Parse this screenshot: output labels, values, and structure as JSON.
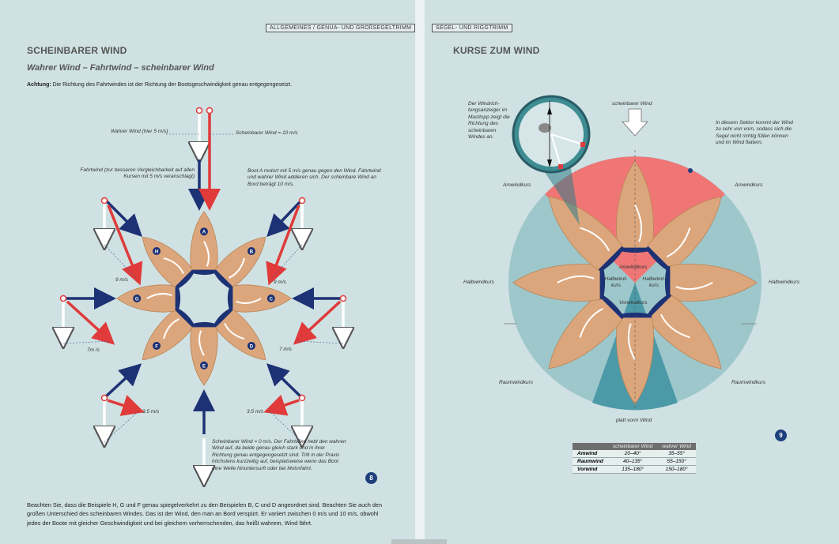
{
  "header": {
    "left": "ALLGEMEINES / GENUA- UND GROßSEGELTRIMM",
    "right": "SEGEL- UND RIGGTRIMM"
  },
  "left_page": {
    "title": "SCHEINBARER WIND",
    "subtitle": "Wahrer Wind – Fahrtwind – scheinbarer Wind",
    "achtung_label": "Achtung:",
    "achtung_text": " Die Richtung des Fahrtwindes ist der Richtung der Bootsgeschwindigkeit genau entgegengesetzt.",
    "labels": {
      "wahrer_wind": "Wahrer Wind (hier 5 m/s)",
      "scheinbarer_wind": "Scheinbarer Wind = 10 m/s",
      "fahrtwind": "Fahrtwind (zur besseren Vergleichbarkeit auf allen Kursen mit 5 m/s veranschlagt)",
      "boot_a": "Boot A motort mit 5 m/s genau gegen den Wind. Fahrtwind und wahrer Wind addieren sich. Der scheinbare Wind an Bord beträgt 10 m/s.",
      "v9_left": "9 m/s",
      "v9_right": "9 m/s",
      "v7_left": "7m /s",
      "v7_right": "7 m/s",
      "v35_left": "3.5 m/s",
      "v35_right": "3.5 m/s",
      "boot_e": "Scheinbarer Wind = 0 m/s. Der Fahrtwind hebt den wahren Wind auf, da beide genau gleich stark und in ihrer Richtung genau entgegengesetzt sind. Tritt in der Praxis höchstens kurzzeitig auf, beispielsweise wenn das Boot eine Welle hinuntersurft oder bei Motorfahrt."
    },
    "boats": [
      "A",
      "B",
      "C",
      "D",
      "E",
      "F",
      "G",
      "H"
    ],
    "page_number": "8",
    "body": "Beachten Sie, dass die Beispiele H, G und F genau spiegelverkehrt zu den Beispielen B, C und D angeordnet sind. Beachten Sie auch den großen Unterschied des scheinbaren Windes. Das ist der Wind, den man an Bord verspürt. Er variiert zwischen 0 m/s und 10 m/s, obwohl jedes der Boote mit gleicher Geschwindigkeit und bei gleichem vorherrschenden, das heißt wahrem, Wind fährt."
  },
  "right_page": {
    "title": "KURSE ZUM WIND",
    "windrichtung_bold": "Windrich-tungsanzeiger",
    "windrichtung_prefix": "Der",
    "windrichtung_text": "Der Windrich-tungsanzeiger im Masttopp zeigt die Richtung des scheinbaren Windes an.",
    "scheinbarer_wind": "scheinbarer Wind",
    "sektor_note": "In diesem Sektor kommt der Wind zu sehr von vorn, sodass sich die Segel nicht richtig füllen können und im Wind flattern.",
    "courses": {
      "amwind_left": "Amwindkurs",
      "amwind_right": "Amwindkurs",
      "amwind_center": "Amwindkurs",
      "halbwind_left": "Halbwindkurs",
      "halbwind_right": "Halbwindkurs",
      "halbwind_center_left": "Halbwind-kurs",
      "halbwind_center_right": "Halbwind-kurs",
      "vorwind_center": "Vorwindkurs",
      "raumwind_left": "Raumwindkurs",
      "raumwind_right": "Raumwindkurs",
      "platt": "platt vorm Wind"
    },
    "page_number": "9",
    "table": {
      "headers": [
        "",
        "scheinbarer Wind",
        "wahrer Wind"
      ],
      "rows": [
        [
          "Amwind",
          "20–40°",
          "35–55°"
        ],
        [
          "Raumwind",
          "40–135°",
          "55–150°"
        ],
        [
          "Vorwind",
          "135–180°",
          "150–180°"
        ]
      ]
    }
  },
  "colors": {
    "navy": "#1d3275",
    "red": "#e03a3a",
    "hull": "#dca67c",
    "disk": "#9ec7cb",
    "sector": "#f07676",
    "lower_sector": "#4c9aa8"
  }
}
